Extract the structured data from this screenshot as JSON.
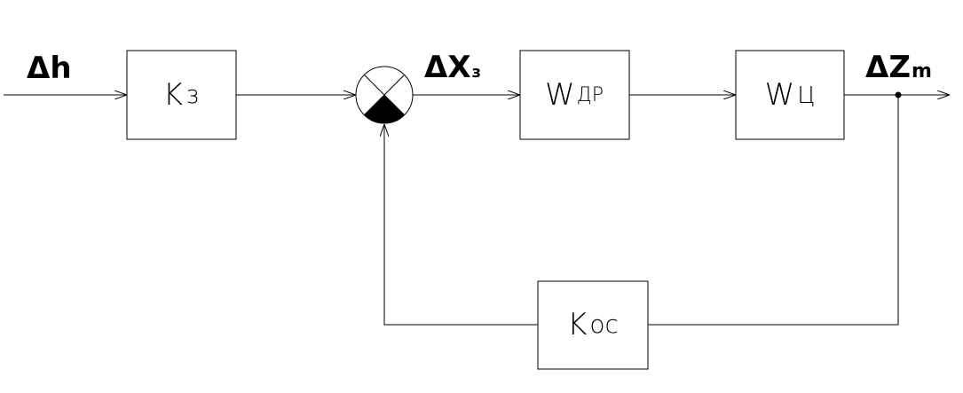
{
  "signals": {
    "input": {
      "main": "Δh",
      "sub": ""
    },
    "error": {
      "main": "ΔX",
      "sub": "з"
    },
    "output": {
      "main": "ΔZ",
      "sub": "m"
    }
  },
  "blocks": {
    "k3": {
      "main": "K",
      "sub": "з"
    },
    "wdr": {
      "main": "W",
      "sub": "ДР"
    },
    "wc": {
      "main": "W",
      "sub": "Ц"
    },
    "kos": {
      "main": "K",
      "sub": "ос"
    }
  },
  "summing_junction": {
    "negative_sector_color": "#000000"
  },
  "colors": {
    "line": "#000000",
    "background": "#ffffff"
  }
}
